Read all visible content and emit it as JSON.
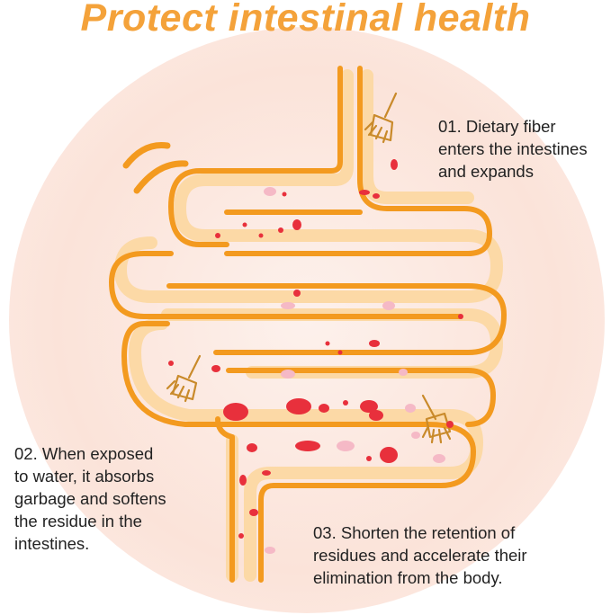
{
  "title": "Protect intestinal health",
  "colors": {
    "title": "#f4a23a",
    "intestine_outline": "#f39a1f",
    "intestine_inner": "#fcd9a6",
    "residue": "#e8303c",
    "residue_soft": "#f5b9c6",
    "background": "#fbe3d9"
  },
  "icons": [
    "broom-icon",
    "broom-icon",
    "broom-icon",
    "motion-waves-icon"
  ],
  "steps": [
    {
      "lines": [
        "01. Dietary fiber",
        "enters the intestines",
        "and expands"
      ]
    },
    {
      "lines": [
        "02. When exposed",
        "to water, it absorbs",
        "garbage and softens",
        "the residue in the",
        "intestines."
      ]
    },
    {
      "lines": [
        "03. Shorten the retention of",
        "residues and accelerate their",
        "elimination from the body."
      ]
    }
  ]
}
